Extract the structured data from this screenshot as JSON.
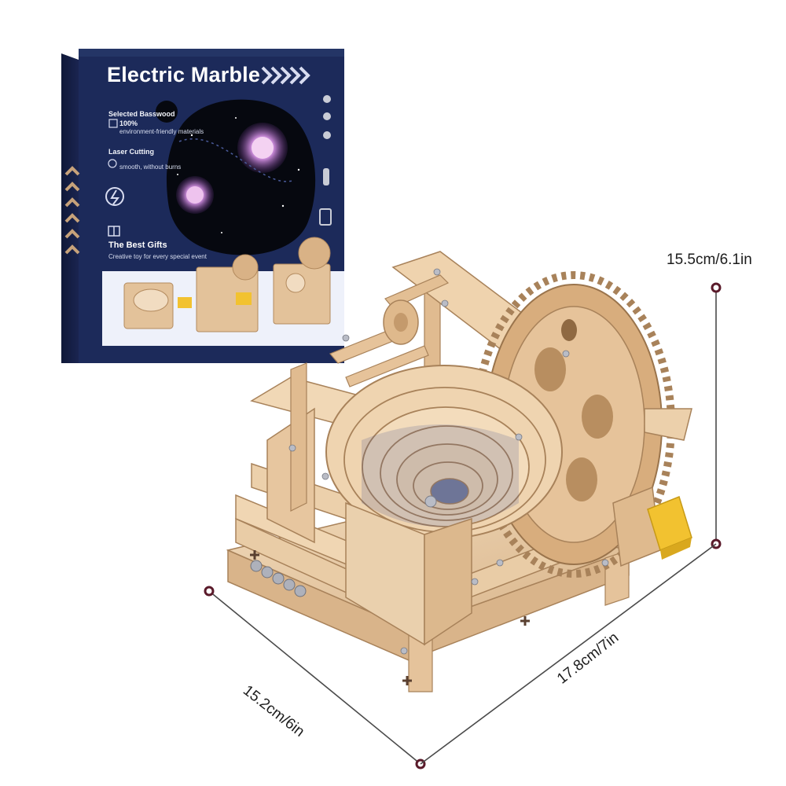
{
  "box": {
    "title": "Electric Marble",
    "feature1_heading": "Selected Basswood",
    "feature1_value": "100%",
    "feature1_caption": "environment-friendly materials",
    "feature2_heading": "Laser Cutting",
    "feature2_caption": "smooth, without burns",
    "gifts_heading": "The Best Gifts",
    "gifts_caption": "Creative toy for every special event"
  },
  "dimensions": {
    "height": "15.5cm/6.1in",
    "depth": "15.2cm/6in",
    "width": "17.8cm/7in"
  },
  "colors": {
    "box_navy": "#1c2a5a",
    "box_band": "#eef1fa",
    "wood": "#e6c9a4",
    "wood_dark": "#c9a27a",
    "motor": "#f2c230",
    "marker": "#5a1a2a"
  }
}
